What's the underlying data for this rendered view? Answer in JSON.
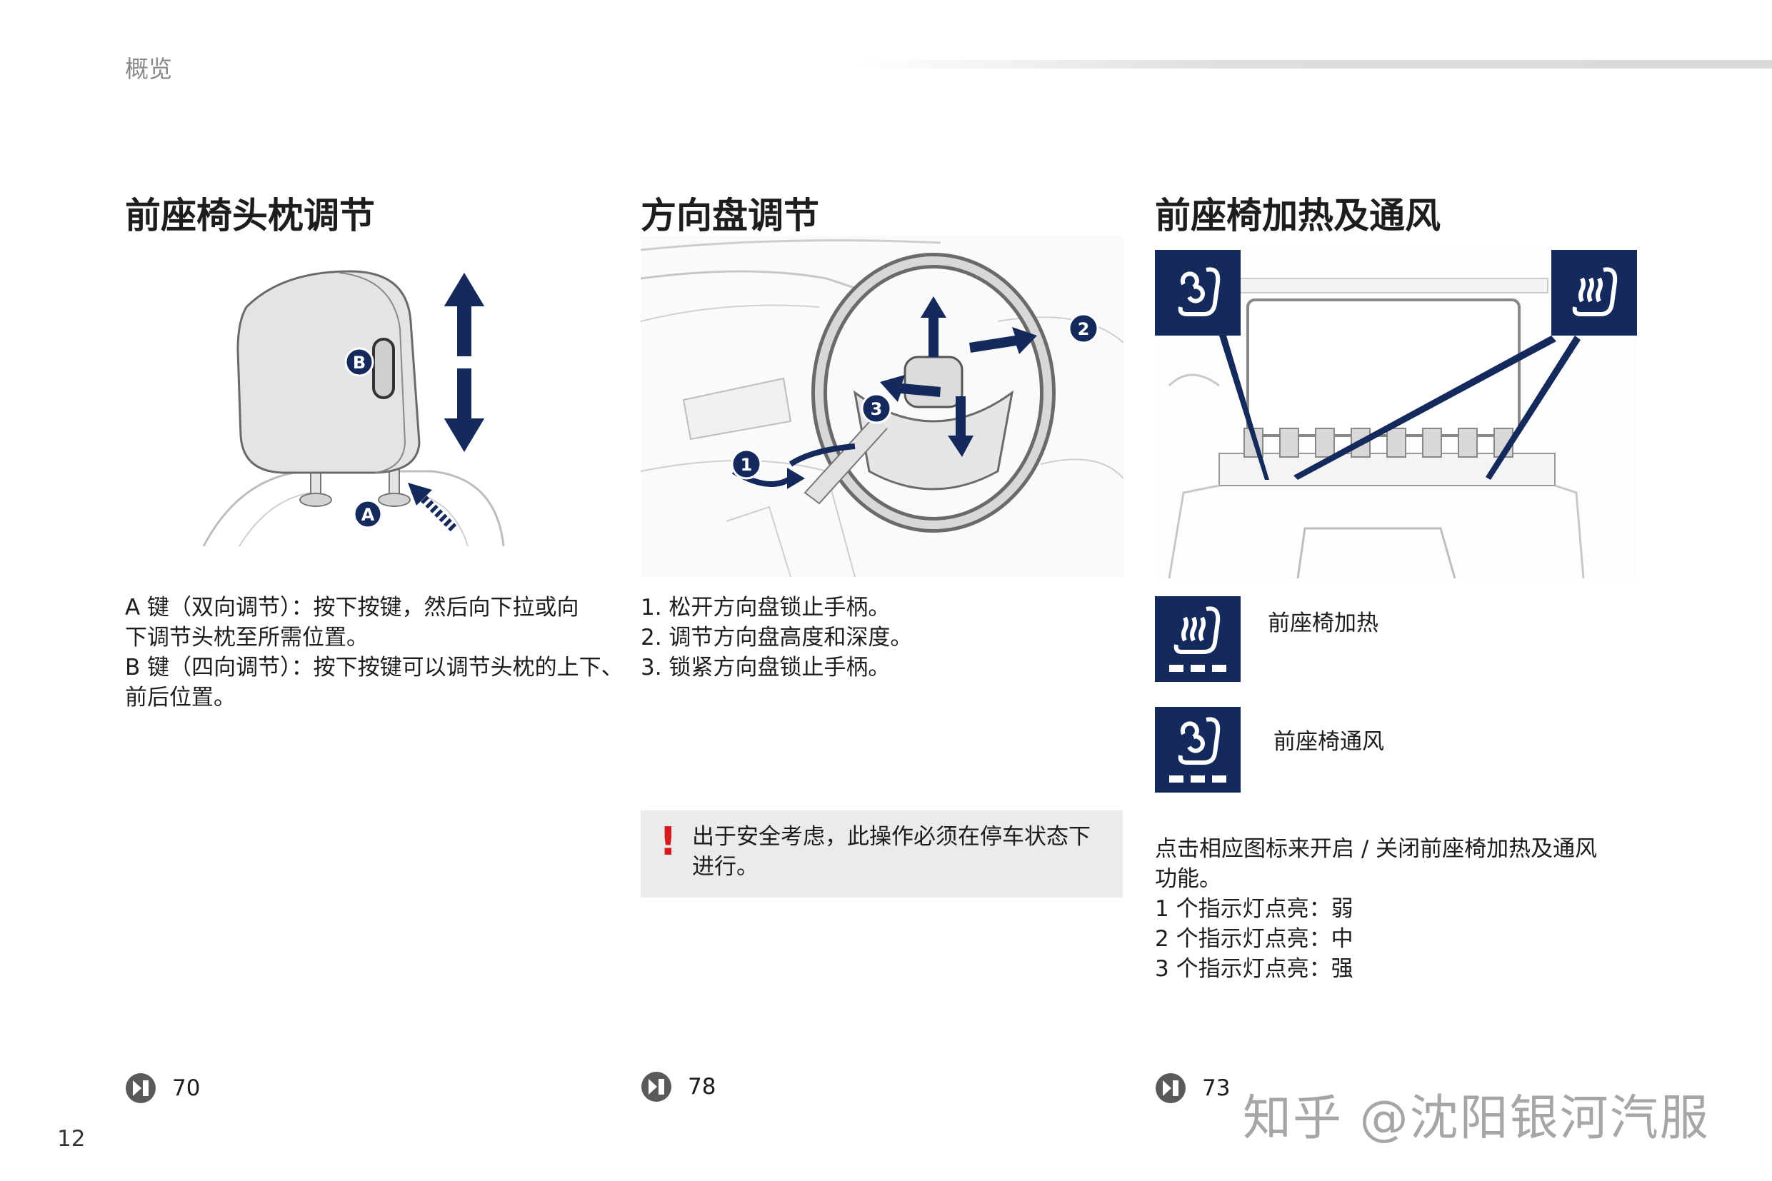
{
  "header": {
    "section": "概览"
  },
  "col1": {
    "title": "前座椅头枕调节",
    "figure_labels": {
      "a": "A",
      "b": "B"
    },
    "lines": [
      "A 键（双向调节）：按下按键，然后向下拉或向",
      "下调节头枕至所需位置。",
      "B 键（四向调节）：按下按键可以调节头枕的上下、",
      "前后位置。"
    ],
    "ref_page": "70"
  },
  "col2": {
    "title": "方向盘调节",
    "figure_labels": {
      "one": "1",
      "two": "2",
      "three": "3"
    },
    "steps": [
      "1. 松开方向盘锁止手柄。",
      "2. 调节方向盘高度和深度。",
      "3. 锁紧方向盘锁止手柄。"
    ],
    "warning": {
      "mark": "!",
      "line1": "出于安全考虑，此操作必须在停车状态下",
      "line2": "进行。"
    },
    "ref_page": "78"
  },
  "col3": {
    "title": "前座椅加热及通风",
    "heat_label": "前座椅加热",
    "vent_label": "前座椅通风",
    "lines": [
      "点击相应图标来开启 / 关闭前座椅加热及通风",
      "功能。",
      "1 个指示灯点亮：弱",
      "2 个指示灯点亮：中",
      "3 个指示灯点亮：强"
    ],
    "ref_page": "73"
  },
  "footer": {
    "page_number": "12",
    "watermark": "知乎 @沈阳银河汽服"
  },
  "colors": {
    "navy": "#152a5c",
    "warning_red": "#d71920",
    "warn_bg": "#ebebeb"
  }
}
